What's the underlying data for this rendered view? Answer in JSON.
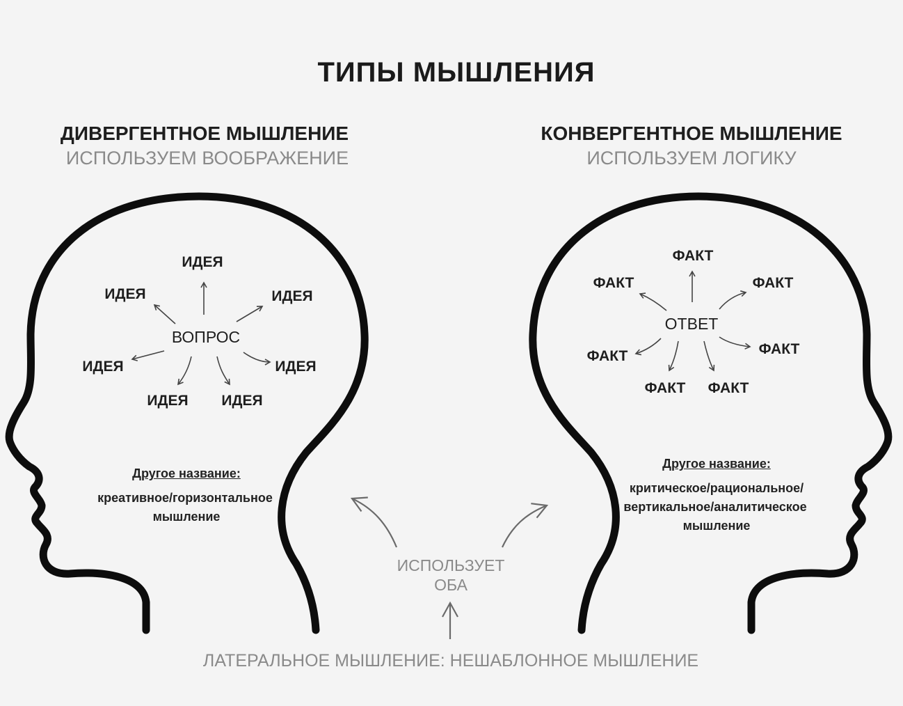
{
  "title": "ТИПЫ МЫШЛЕНИЯ",
  "divergent": {
    "heading": "ДИВЕРГЕНТНОЕ МЫШЛЕНИЕ",
    "subheading": "ИСПОЛЬЗУЕМ ВООБРАЖЕНИЕ",
    "center": "ВОПРОС",
    "nodes": [
      "ИДЕЯ",
      "ИДЕЯ",
      "ИДЕЯ",
      "ИДЕЯ",
      "ИДЕЯ",
      "ИДЕЯ",
      "ИДЕЯ"
    ],
    "alt_label": "Другое название:",
    "alt_line1": "креативное/горизонтальное",
    "alt_line2": "мышление"
  },
  "convergent": {
    "heading": "КОНВЕРГЕНТНОЕ МЫШЛЕНИЕ",
    "subheading": "ИСПОЛЬЗУЕМ ЛОГИКУ",
    "center": "ОТВЕТ",
    "nodes": [
      "ФАКТ",
      "ФАКТ",
      "ФАКТ",
      "ФАКТ",
      "ФАКТ",
      "ФАКТ",
      "ФАКТ"
    ],
    "alt_label": "Другое название:",
    "alt_line1": "критическое/рациональное/",
    "alt_line2": "вертикальное/аналитическое",
    "alt_line3": "мышление"
  },
  "both": {
    "line1": "ИСПОЛЬЗУЕТ",
    "line2": "ОБА"
  },
  "bottom": "ЛАТЕРАЛЬНОЕ МЫШЛЕНИЕ: НЕШАБЛОННОЕ МЫШЛЕНИЕ",
  "colors": {
    "background": "#f4f4f4",
    "ink": "#111111",
    "muted": "#8a8a8a",
    "arrow": "#555555"
  }
}
